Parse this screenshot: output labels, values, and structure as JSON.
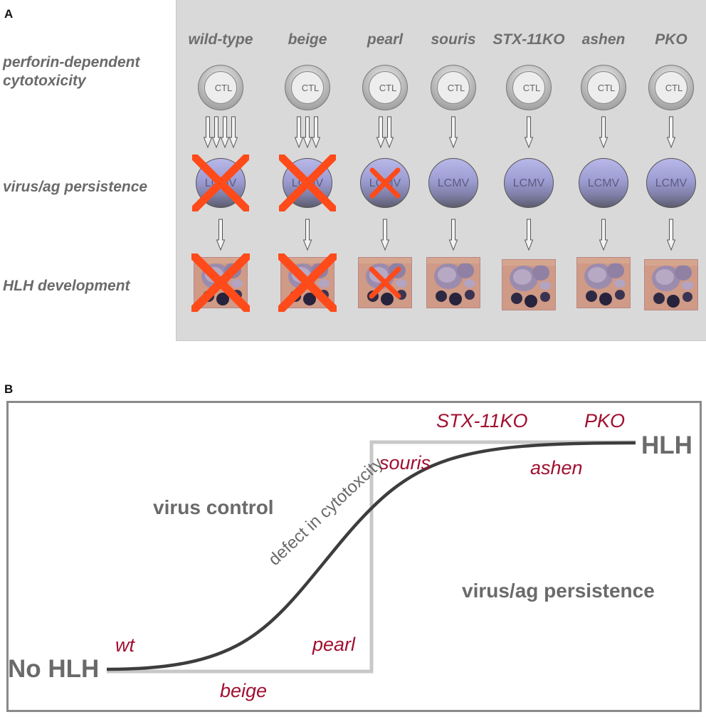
{
  "panel_a": {
    "letter": "A",
    "row_labels": {
      "cytotoxicity_line1": "perforin-dependent",
      "cytotoxicity_line2": "cytotoxicity",
      "persistence": "virus/ag persistence",
      "hlh": "HLH development"
    },
    "strains": [
      {
        "name": "wild-type",
        "arrows": 4,
        "x_mark": "large"
      },
      {
        "name": "beige",
        "arrows": 3,
        "x_mark": "large"
      },
      {
        "name": "pearl",
        "arrows": 2,
        "x_mark": "small"
      },
      {
        "name": "souris",
        "arrows": 1,
        "x_mark": "none"
      },
      {
        "name": "STX-11KO",
        "arrows": 1,
        "x_mark": "none"
      },
      {
        "name": "ashen",
        "arrows": 1,
        "x_mark": "none"
      },
      {
        "name": "PKO",
        "arrows": 1,
        "x_mark": "none"
      }
    ],
    "ctl_label": "CTL",
    "virus_label": "LCMV",
    "colors": {
      "background": "#d9d9d9",
      "x_mark": "#ff4a1a",
      "label": "#6a6a6a"
    }
  },
  "panel_b": {
    "letter": "B",
    "left_end": "No HLH",
    "right_end": "HLH",
    "region_left": "virus control",
    "region_right": "virus/ag persistence",
    "curve_label": "defect in cytotoxcity",
    "strain_labels": {
      "wt": "wt",
      "beige": "beige",
      "pearl": "pearl",
      "souris": "souris",
      "stx11ko": "STX-11KO",
      "pko": "PKO",
      "ashen": "ashen"
    },
    "colors": {
      "strain": "#a01030",
      "curve": "#3d3d3d",
      "step": "#c8c8c8",
      "frame": "#8a8a8a"
    }
  }
}
